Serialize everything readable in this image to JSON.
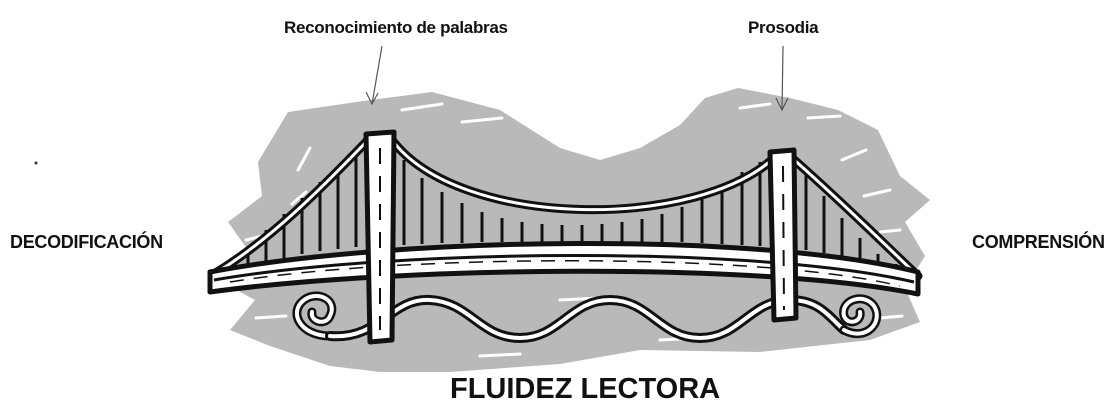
{
  "diagram": {
    "top_labels": {
      "left": "Reconocimiento de palabras",
      "right": "Prosodia"
    },
    "side_labels": {
      "left": "DECODIFICACIÓN",
      "right": "COMPRENSIÓN"
    },
    "title": "FLUIDEZ LECTORA",
    "colors": {
      "background_shape": "#b9b9b9",
      "outline": "#111111",
      "fill": "#ffffff",
      "text": "#111111"
    }
  }
}
